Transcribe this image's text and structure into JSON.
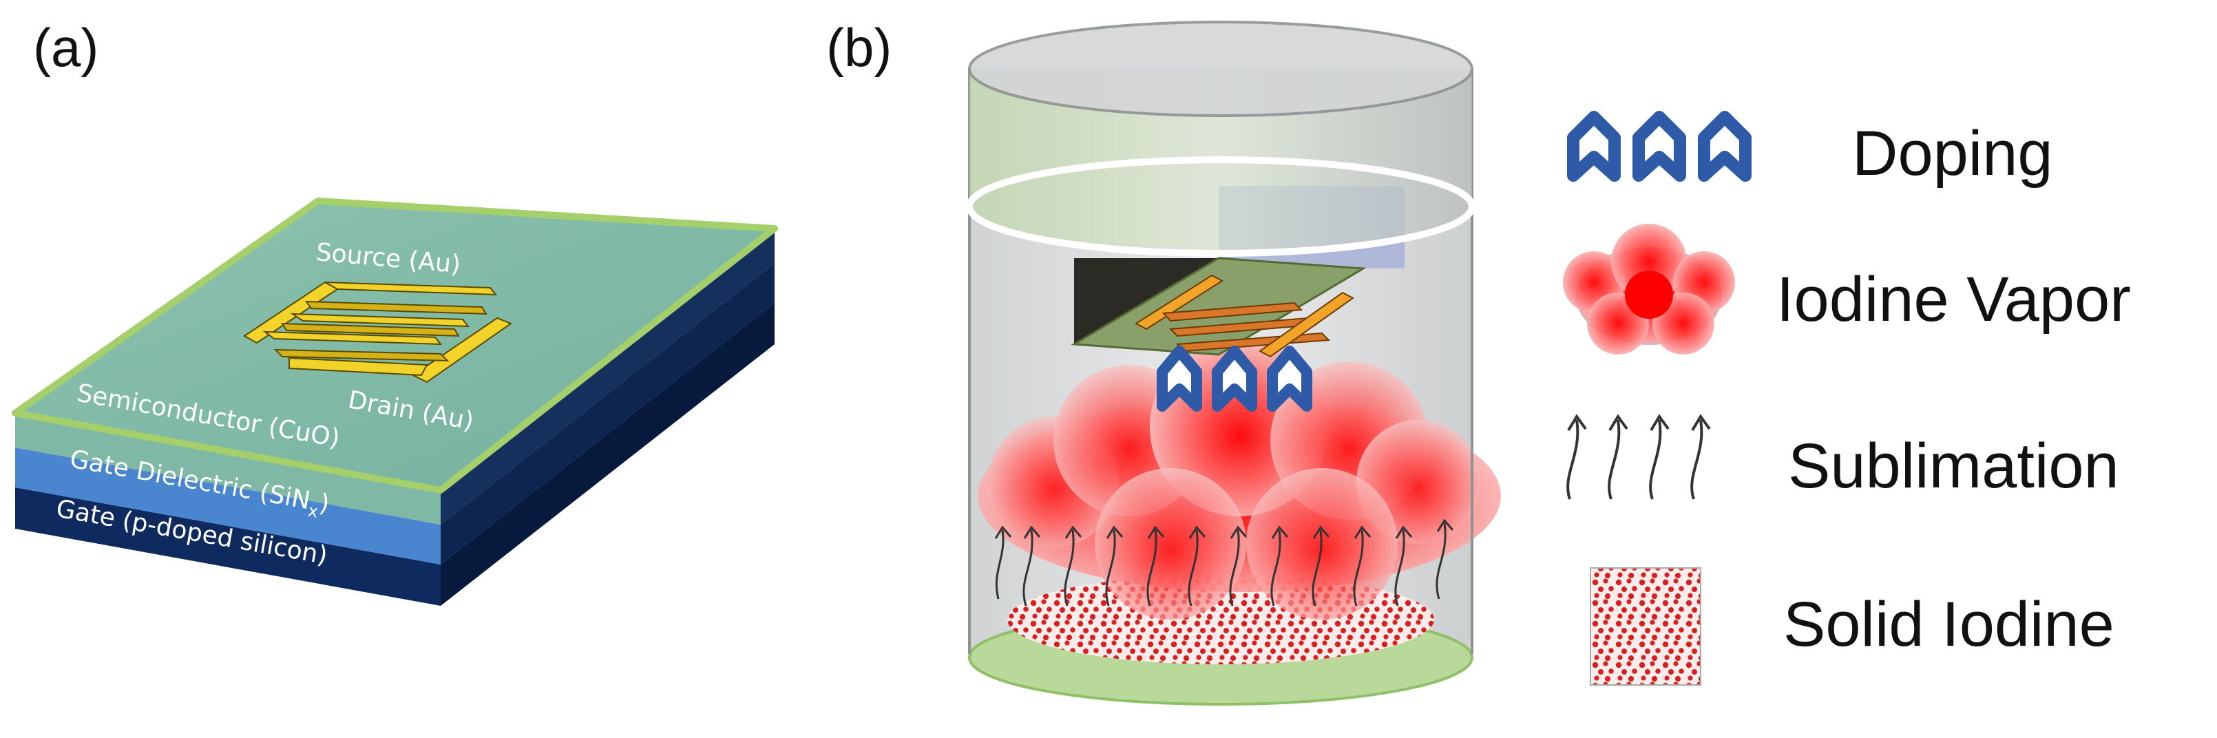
{
  "panels": {
    "a": {
      "label": "(a)"
    },
    "b": {
      "label": "(b)"
    }
  },
  "device": {
    "source_label": "Source (Au)",
    "drain_label": "Drain (Au)",
    "semiconductor_label": "Semiconductor (CuO)",
    "dielectric_label_main": "Gate Dielectric (SiN",
    "dielectric_label_sub": "x",
    "dielectric_label_end": ")",
    "gate_label": "Gate (p-doped silicon)"
  },
  "legend": {
    "items": [
      {
        "icon": "doping-chevrons-icon",
        "label": "Doping"
      },
      {
        "icon": "iodine-vapor-cloud-icon",
        "label": "Iodine Vapor"
      },
      {
        "icon": "sublimation-arrows-icon",
        "label": "Sublimation"
      },
      {
        "icon": "solid-iodine-texture-icon",
        "label": "Solid Iodine"
      }
    ]
  },
  "colors": {
    "semiconductor": "#7fb9a6",
    "semiconductor_edge": "#a5cf6a",
    "dielectric": "#4a86d0",
    "gate": "#0f2a5e",
    "gold": "#f2d32a",
    "doping_chevron": "#2e5aa8",
    "vapor_center": "#ff0000",
    "vapor_edge": "#f7a8a8",
    "solid_dot": "#d9201f",
    "jar_glass": "#d8dadb",
    "jar_rim_green": "#b9d99a"
  }
}
